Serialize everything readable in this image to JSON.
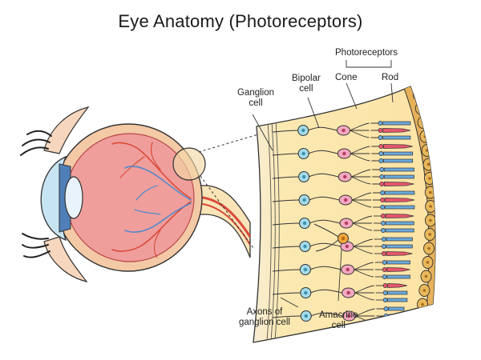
{
  "title": "Eye Anatomy (Photoreceptors)",
  "labels": {
    "photoreceptors": "Photoreceptors",
    "cone": "Cone",
    "rod": "Rod",
    "bipolar_1": "Bipolar",
    "bipolar_2": "cell",
    "ganglion_1": "Ganglion",
    "ganglion_2": "cell",
    "axons_1": "Axons of",
    "axons_2": "ganglion cell",
    "amacrine_1": "Amacrine",
    "amacrine_2": "cell"
  },
  "colors": {
    "sclera": "#f4c9a6",
    "retina_interior": "#ef9e9c",
    "vessel_red": "#d94b3a",
    "vessel_blue": "#3f86d0",
    "layer_yellow": "#fbe9b2",
    "ganglion_cell": "#a5dbe8",
    "bipolar_cell": "#f3a9c0",
    "amacrine_cell": "#f2a63d",
    "rod": "#6aa9dc",
    "cone": "#e9566d",
    "pigment_cells": "#e8b85a"
  }
}
